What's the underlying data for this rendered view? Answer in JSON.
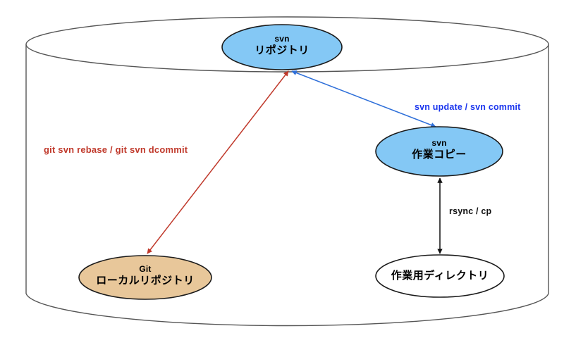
{
  "diagram": {
    "title": "svn and git-svn repository workflow diagram",
    "container": {
      "name": "cylinder",
      "shape": "cylinder"
    },
    "colors": {
      "svn_fill": "#84C8F5",
      "git_fill": "#E8C79A",
      "plain_fill": "#FFFFFF",
      "node_stroke": "#1A1A1A",
      "cylinder_stroke": "#555555",
      "red_arrow": "#C0392B",
      "blue_arrow": "#2E6FD9",
      "black_arrow": "#111111"
    },
    "nodes": [
      {
        "id": "svn-repository",
        "line1": "svn",
        "line2": "リポジトリ",
        "fill": "#84C8F5"
      },
      {
        "id": "svn-working-copy",
        "line1": "svn",
        "line2": "作業コピー",
        "fill": "#84C8F5"
      },
      {
        "id": "git-local-repository",
        "line1": "Git",
        "line2": "ローカルリポジトリ",
        "fill": "#E8C79A"
      },
      {
        "id": "working-directory",
        "line1": "",
        "line2": "作業用ディレクトリ",
        "fill": "#FFFFFF"
      }
    ],
    "edges": [
      {
        "id": "git-svn-edge",
        "label": "git svn rebase / git svn dcommit",
        "color": "#C0392B",
        "from": "git-local-repository",
        "to": "svn-repository",
        "arrows": "both"
      },
      {
        "id": "svn-update-commit-edge",
        "label": "svn update / svn commit",
        "color": "#2E6FD9",
        "from": "svn-working-copy",
        "to": "svn-repository",
        "arrows": "both"
      },
      {
        "id": "rsync-cp-edge",
        "label": "rsync / cp",
        "color": "#111111",
        "from": "working-directory",
        "to": "svn-working-copy",
        "arrows": "both"
      }
    ]
  }
}
